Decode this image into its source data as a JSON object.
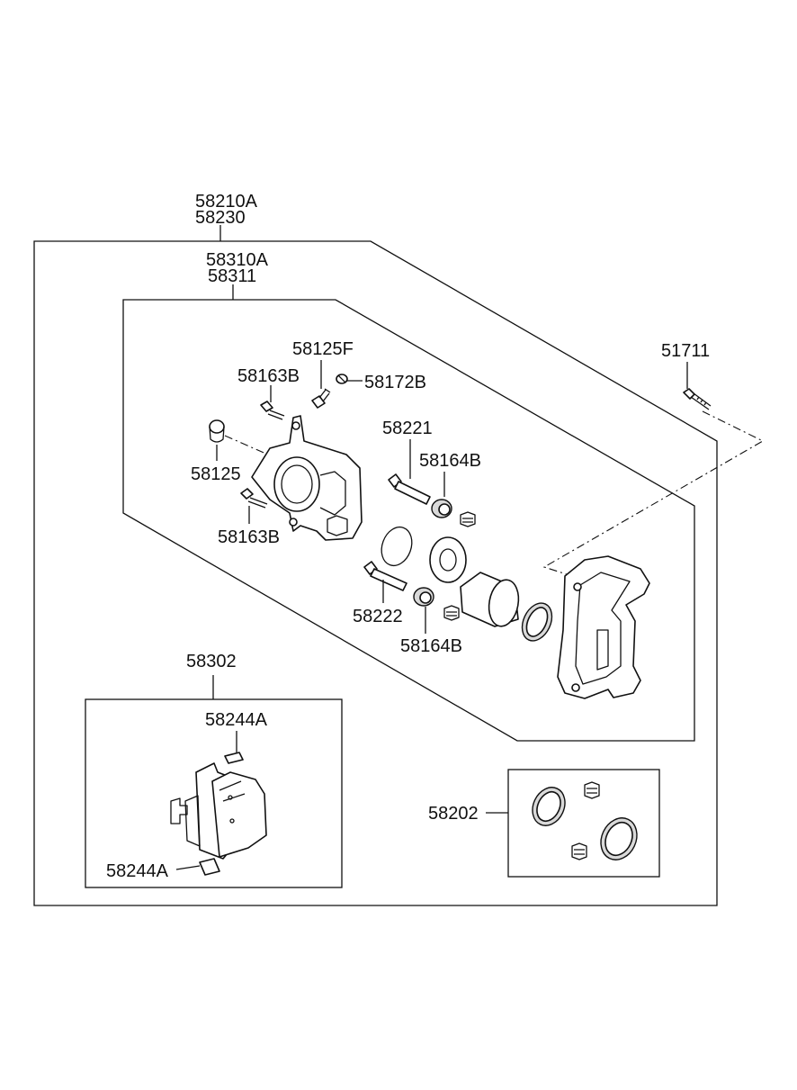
{
  "labels": {
    "assembly_top": "58210A",
    "assembly_sub": "58230",
    "caliper_top": "58310A",
    "caliper_sub": "58311",
    "bleeder_screw": "58125F",
    "bolt_upper": "58163B",
    "bleeder_cap": "58172B",
    "bracket_bolt": "51711",
    "guide_pin_upper": "58221",
    "boot_upper": "58164B",
    "bleeder_cover": "58125",
    "bolt_lower": "58163B",
    "guide_pin_lower": "58222",
    "boot_lower": "58164B",
    "pad_kit": "58302",
    "shim_upper": "58244A",
    "shim_lower": "58244A",
    "seal_kit": "58202"
  }
}
